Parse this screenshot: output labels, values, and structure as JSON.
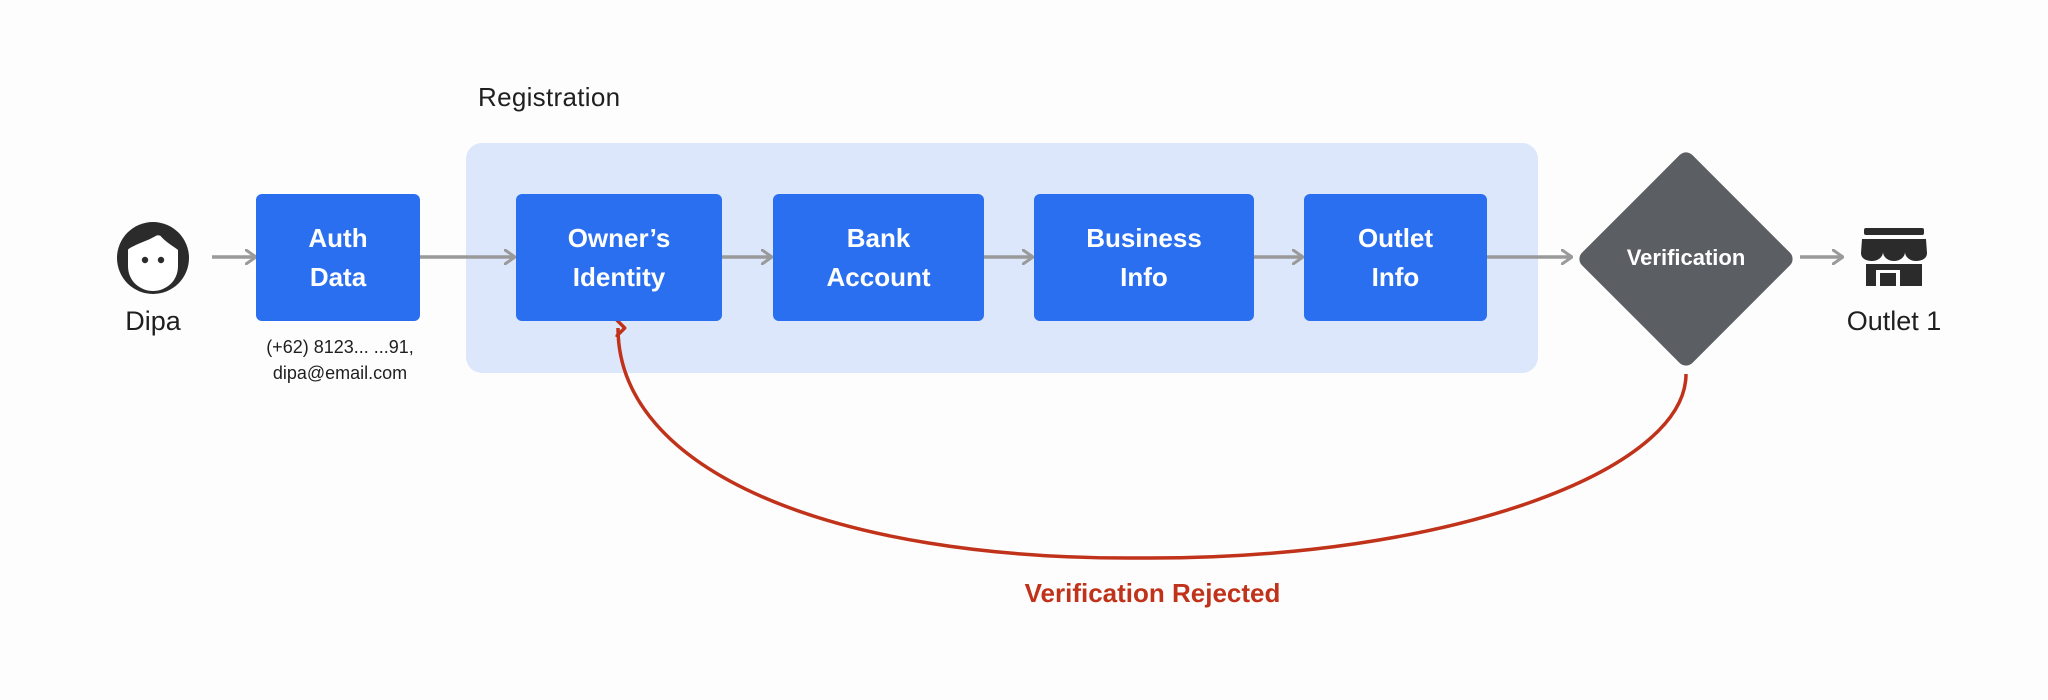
{
  "group": {
    "label": "Registration"
  },
  "actor": {
    "name": "Dipa",
    "icon": "person-icon"
  },
  "auth": {
    "label_line1": "Auth",
    "label_line2": "Data",
    "contact_line1": "(+62) 8123... ...91,",
    "contact_line2": "dipa@email.com"
  },
  "steps": [
    {
      "line1": "Owner’s",
      "line2": "Identity"
    },
    {
      "line1": "Bank",
      "line2": "Account"
    },
    {
      "line1": "Business",
      "line2": "Info"
    },
    {
      "line1": "Outlet",
      "line2": "Info"
    }
  ],
  "decision": {
    "label": "Verification"
  },
  "outcome": {
    "name": "Outlet 1",
    "icon": "store-icon"
  },
  "rejection": {
    "label": "Verification Rejected"
  },
  "colors": {
    "step_fill": "#2a6ff0",
    "group_fill": "#dce7fb",
    "decision_fill": "#5b5e62",
    "arrow": "#9a9a9a",
    "reject": "#c0321a",
    "icon": "#2b2b2b"
  }
}
